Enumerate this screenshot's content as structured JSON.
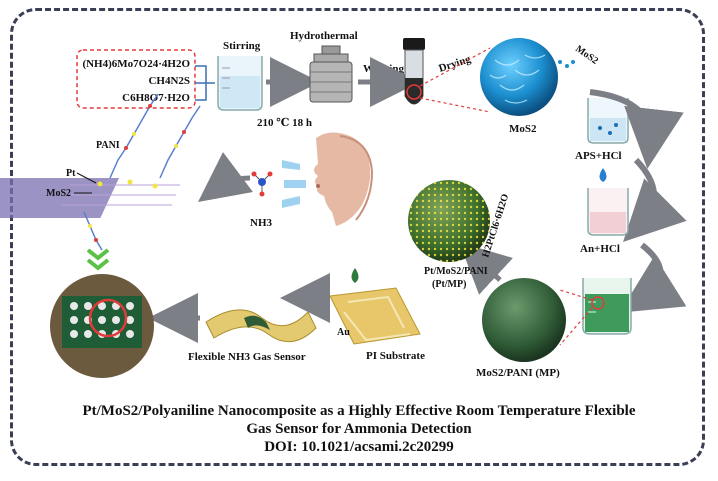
{
  "reagents": [
    "(NH4)6Mo7O24·4H2O",
    "CH4N2S",
    "C6H8O7·H2O"
  ],
  "steps": {
    "stirring": "Stirring",
    "hydrothermal": "Hydrothermal",
    "washing": "Washing",
    "drying": "Drying",
    "conditions": "210 ℃  18 h"
  },
  "materials": {
    "mos2": "MoS2",
    "mos2_small": "MoS2",
    "aps_hcl": "APS+HCl",
    "an_hcl": "An+HCl",
    "mos2_pani": "MoS2/PANI (MP)",
    "h2ptcl6": "H2PtCl6·6H2O",
    "pt_mp_line1": "Pt/MoS2/PANI",
    "pt_mp_line2": "(Pt/MP)",
    "pi_substrate": "PI Substrate",
    "au": "Au",
    "sensor": "Flexible NH3 Gas Sensor",
    "nh3": "NH3",
    "pani": "PANI",
    "pt": "Pt",
    "mos2_layer": "MoS2"
  },
  "caption": {
    "line1": "Pt/MoS2/Polyaniline Nanocomposite as a Highly Effective Room Temperature Flexible",
    "line2": "Gas Sensor for Ammonia Detection",
    "doi": "DOI: 10.1021/acsami.2c20299"
  },
  "colors": {
    "border": "#3b3f55",
    "reagent_box": "#e23b3b",
    "arrow": "#7d7f86",
    "mos2": "#1c8fd0",
    "mp": "#2f5b36",
    "ptmp": "#3c6e2b",
    "solution_green": "#3e9b5b",
    "substrate": "#e4c774"
  }
}
